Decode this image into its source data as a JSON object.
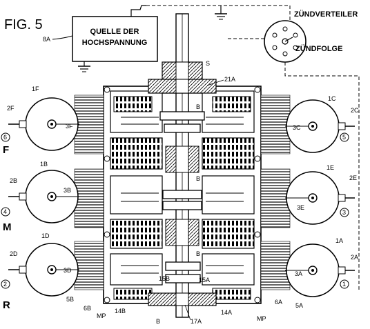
{
  "figure": {
    "title": "FIG. 5",
    "source_box": {
      "line1": "QUELLE DER",
      "line2": "HOCHSPANNUNG",
      "ref": "8A"
    },
    "distributor": {
      "title": "ZÜNDVERTEILER",
      "subtitle": "ZÜNDFOLGE"
    },
    "side_letters": {
      "front": "F",
      "middle": "M",
      "rear": "R"
    },
    "coils": [
      {
        "id": "1F",
        "lead": "2F",
        "center": "3F",
        "order": "6"
      },
      {
        "id": "1C",
        "lead": "2C",
        "center": "3C",
        "order": "5"
      },
      {
        "id": "1B",
        "lead": "2B",
        "center": "3B",
        "order": "4"
      },
      {
        "id": "1E",
        "lead": "2E",
        "center": "3E",
        "order": "3"
      },
      {
        "id": "1D",
        "lead": "2D",
        "center": "3D",
        "order": "2"
      },
      {
        "id": "1A",
        "lead": "2A",
        "center": "3A",
        "order": "1"
      }
    ],
    "labels": {
      "s": "S",
      "r21a": "21A",
      "b1": "B",
      "b2": "B",
      "b3": "B",
      "b4": "B",
      "r15b": "15B",
      "r15a": "15A",
      "r14b": "14B",
      "r14a": "14A",
      "r17a": "17A",
      "mp_left": "MP",
      "mp_right": "MP",
      "r5b": "5B",
      "r6b": "6B",
      "r6a": "6A",
      "r5a": "5A"
    }
  }
}
